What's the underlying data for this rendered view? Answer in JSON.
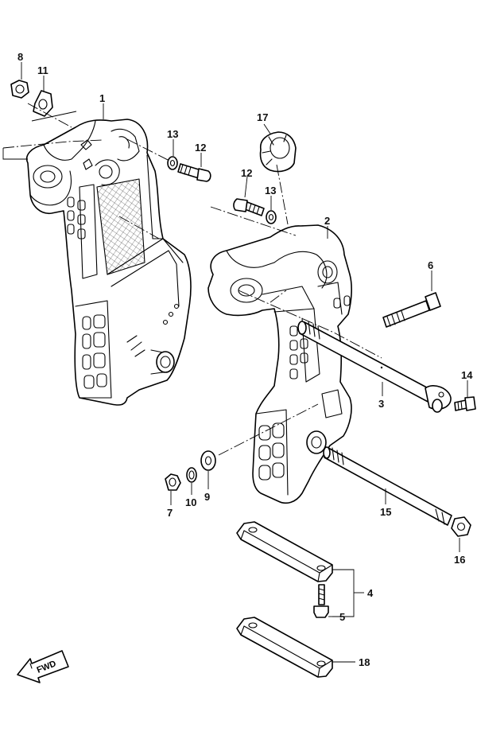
{
  "callouts": {
    "p1": "1",
    "p2": "2",
    "p3": "3",
    "p4": "4",
    "p5": "5",
    "p6": "6",
    "p7": "7",
    "p8": "8",
    "p9": "9",
    "p10": "10",
    "p11": "11",
    "p12a": "12",
    "p12b": "12",
    "p13a": "13",
    "p13b": "13",
    "p14": "14",
    "p15": "15",
    "p16": "16",
    "p17": "17",
    "p18": "18"
  },
  "badge": {
    "fwd": "FWD",
    "icon": "fwd-arrow-icon"
  },
  "colors": {
    "line": "#000000",
    "background": "#ffffff"
  }
}
